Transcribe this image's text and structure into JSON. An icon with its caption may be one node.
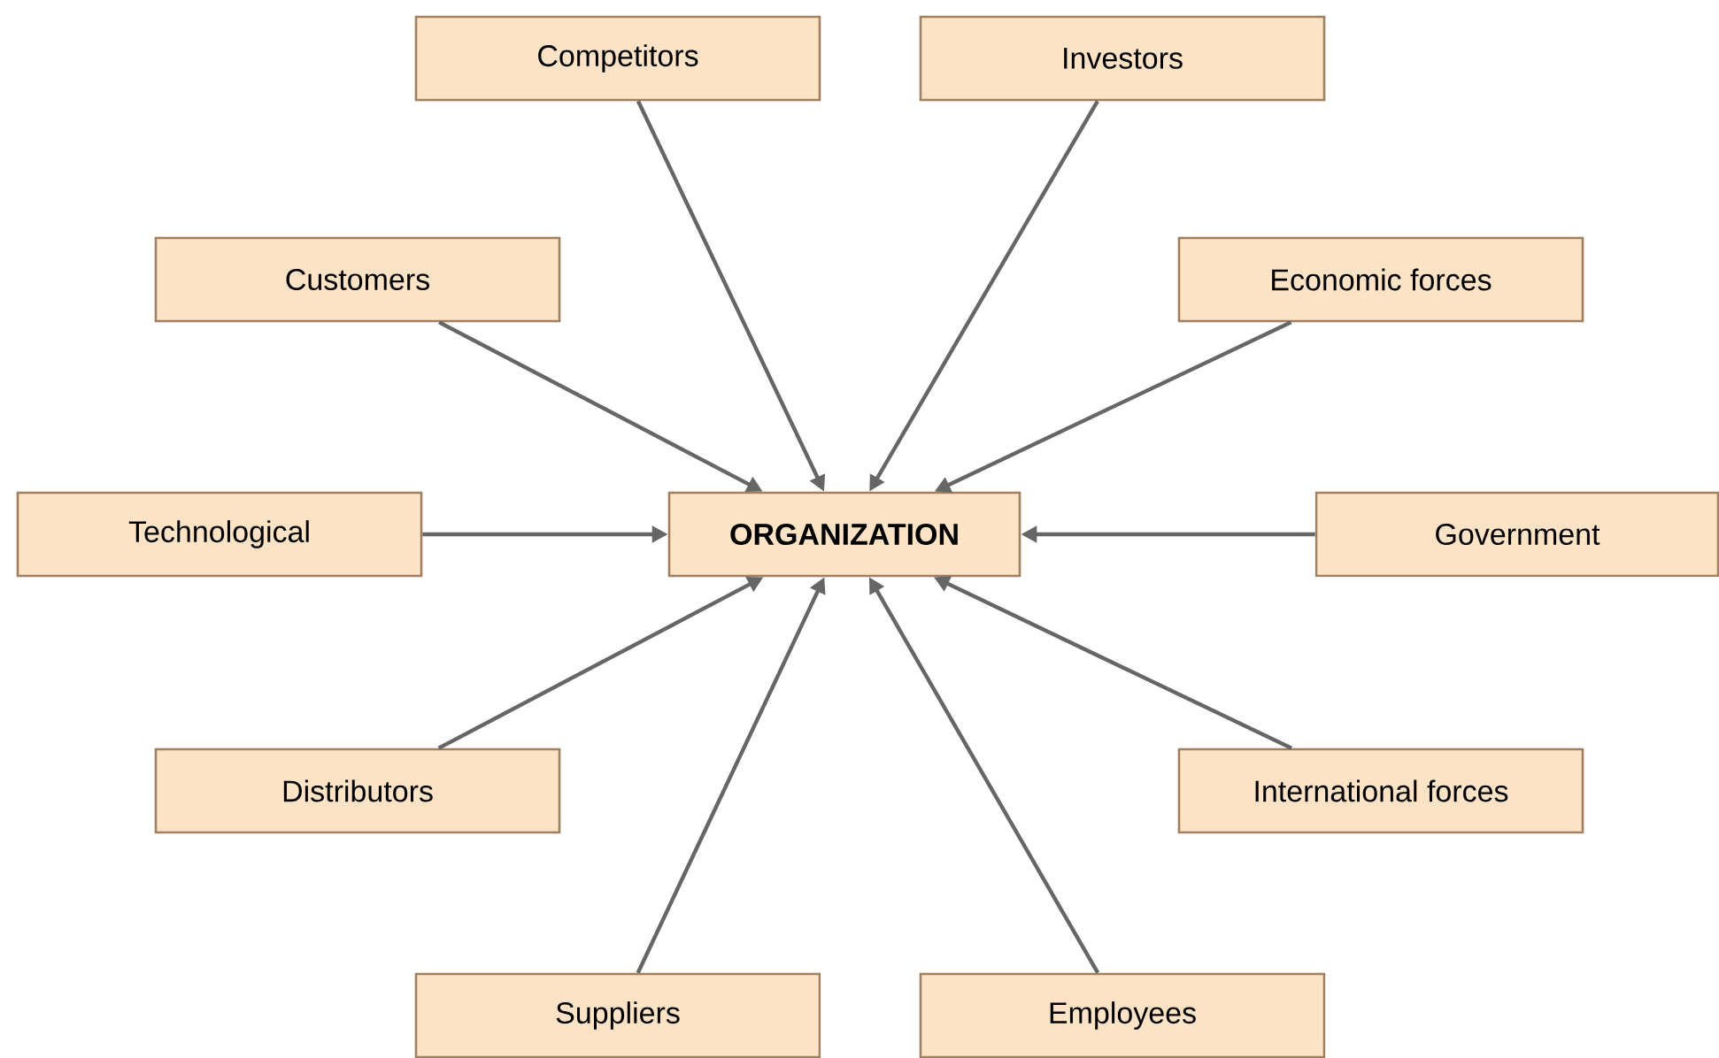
{
  "diagram": {
    "nodes": [
      {
        "text": [
          "**ORGANIZATION**"
        ]
      },
      {
        "text": [
          "Competitors"
        ]
      },
      {
        "text": [
          "Investors"
        ]
      },
      {
        "text": [
          "Customers"
        ]
      },
      {
        "text": [
          "Economic forces"
        ]
      },
      {
        "text": [
          "Technological"
        ]
      },
      {
        "text": [
          "Government"
        ]
      },
      {
        "text": [
          "Distributors"
        ]
      },
      {
        "text": [
          "International forces"
        ]
      },
      {
        "text": [
          "Suppliers"
        ]
      },
      {
        "text": [
          "Employees"
        ]
      }
    ],
    "edges": [
      {
        "from": 1,
        "to": 0,
        "arrow": "to"
      },
      {
        "from": 2,
        "to": 0,
        "arrow": "to"
      },
      {
        "from": 3,
        "to": 0,
        "arrow": "to"
      },
      {
        "from": 4,
        "to": 0,
        "arrow": "to"
      },
      {
        "from": 5,
        "to": 0,
        "arrow": "to"
      },
      {
        "from": 6,
        "to": 0,
        "arrow": "to"
      },
      {
        "from": 7,
        "to": 0,
        "arrow": "to"
      },
      {
        "from": 8,
        "to": 0,
        "arrow": "to"
      },
      {
        "from": 9,
        "to": 0,
        "arrow": "to"
      },
      {
        "from": 10,
        "to": 0,
        "arrow": "to"
      }
    ]
  }
}
